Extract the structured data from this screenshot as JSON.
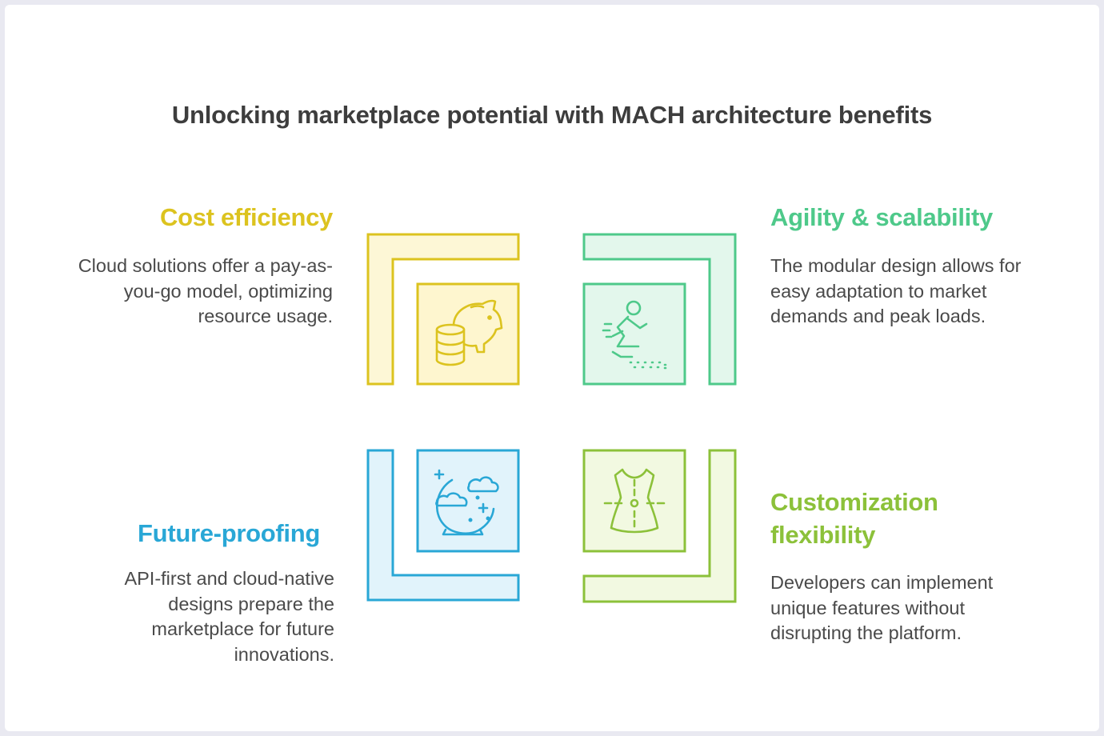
{
  "title": "Unlocking marketplace potential with MACH architecture benefits",
  "colors": {
    "cost": "#dcc31f",
    "agility": "#4ec98a",
    "future": "#29a7d6",
    "custom": "#8cc13a"
  },
  "quadrants": {
    "cost": {
      "heading": "Cost efficiency",
      "description_lines": [
        "Cloud solutions offer a pay-as-",
        "you-go model, optimizing",
        "resource usage."
      ],
      "icon": "piggy-bank-coins-icon"
    },
    "agility": {
      "heading": "Agility & scalability",
      "description_lines": [
        "The modular design allows for",
        "easy adaptation to market",
        "demands and peak loads."
      ],
      "icon": "running-figure-icon"
    },
    "future": {
      "heading": "Future-proofing",
      "description_lines": [
        "API-first and cloud-native",
        "designs prepare the",
        "marketplace for future",
        "innovations."
      ],
      "icon": "crystal-ball-icon"
    },
    "custom": {
      "heading_lines": [
        "Customization",
        "flexibility"
      ],
      "description_lines": [
        "Developers can implement",
        "unique features without",
        "disrupting the platform."
      ],
      "icon": "dress-form-icon"
    }
  }
}
